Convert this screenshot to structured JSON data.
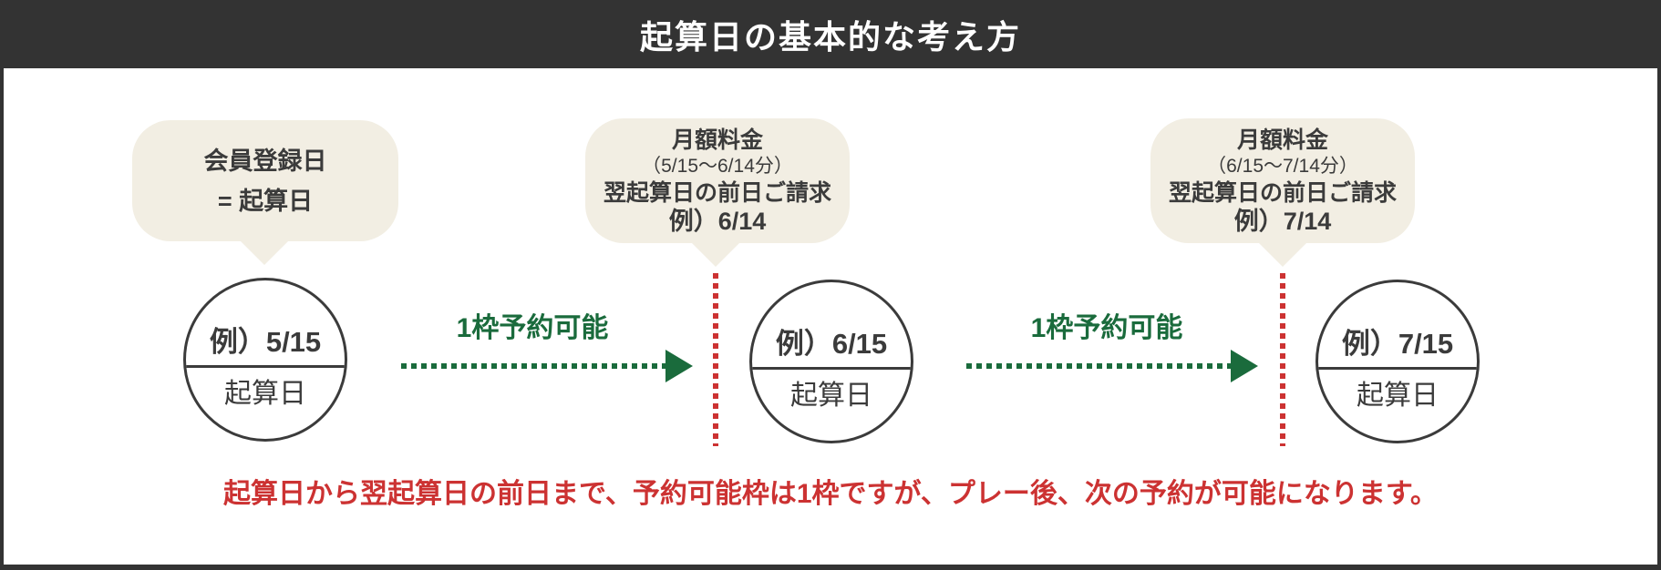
{
  "header": {
    "title": "起算日の基本的な考え方"
  },
  "bubbles": [
    {
      "lines": [
        "会員登録日",
        "= 起算日"
      ]
    },
    {
      "lines": [
        "月額料金",
        "（5/15〜6/14分）",
        "翌起算日の前日ご請求",
        "例）6/14"
      ]
    },
    {
      "lines": [
        "月額料金",
        "（6/15〜7/14分）",
        "翌起算日の前日ご請求",
        "例）7/14"
      ]
    }
  ],
  "circles": [
    {
      "date": "例）5/15",
      "label": "起算日"
    },
    {
      "date": "例）6/15",
      "label": "起算日"
    },
    {
      "date": "例）7/15",
      "label": "起算日"
    }
  ],
  "arrows": [
    {
      "label": "1枠予約可能"
    },
    {
      "label": "1枠予約可能"
    }
  ],
  "note": "起算日から翌起算日の前日まで、予約可能枠は1枠ですが、プレー後、次の予約が可能になります。",
  "colors": {
    "frame": "#333333",
    "bubble_bg": "#f2eee3",
    "green": "#1a6b3c",
    "red": "#cc3232",
    "text": "#3b3b3b"
  }
}
